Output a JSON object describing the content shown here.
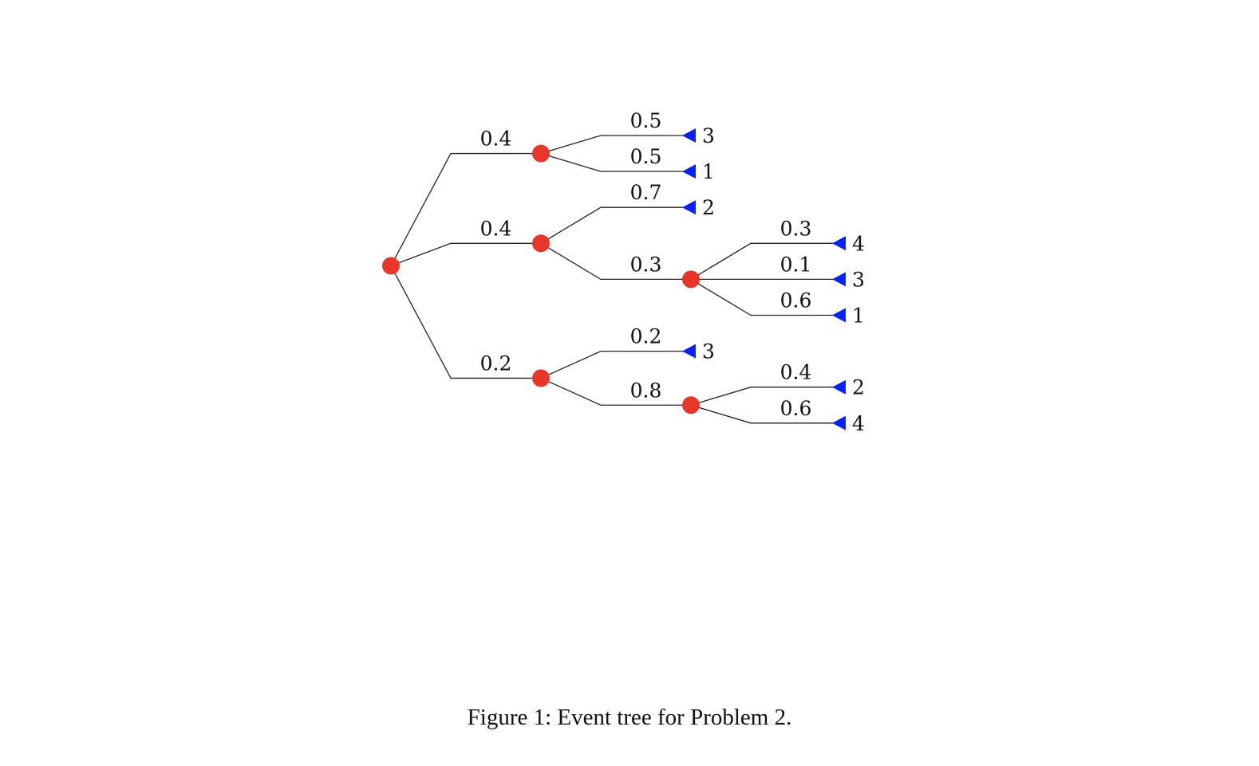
{
  "caption": "Figure 1: Event tree for Problem 2.",
  "colors": {
    "chance_node": "#e8352a",
    "terminal": "#0a22f0",
    "edge": "#222222"
  },
  "tree": {
    "children": [
      {
        "prob": "0.4",
        "children": [
          {
            "prob": "0.5",
            "value": "3"
          },
          {
            "prob": "0.5",
            "value": "1"
          }
        ]
      },
      {
        "prob": "0.4",
        "children": [
          {
            "prob": "0.7",
            "value": "2"
          },
          {
            "prob": "0.3",
            "children": [
              {
                "prob": "0.3",
                "value": "4"
              },
              {
                "prob": "0.1",
                "value": "3"
              },
              {
                "prob": "0.6",
                "value": "1"
              }
            ]
          }
        ]
      },
      {
        "prob": "0.2",
        "children": [
          {
            "prob": "0.2",
            "value": "3"
          },
          {
            "prob": "0.8",
            "children": [
              {
                "prob": "0.4",
                "value": "2"
              },
              {
                "prob": "0.6",
                "value": "4"
              }
            ]
          }
        ]
      }
    ]
  }
}
